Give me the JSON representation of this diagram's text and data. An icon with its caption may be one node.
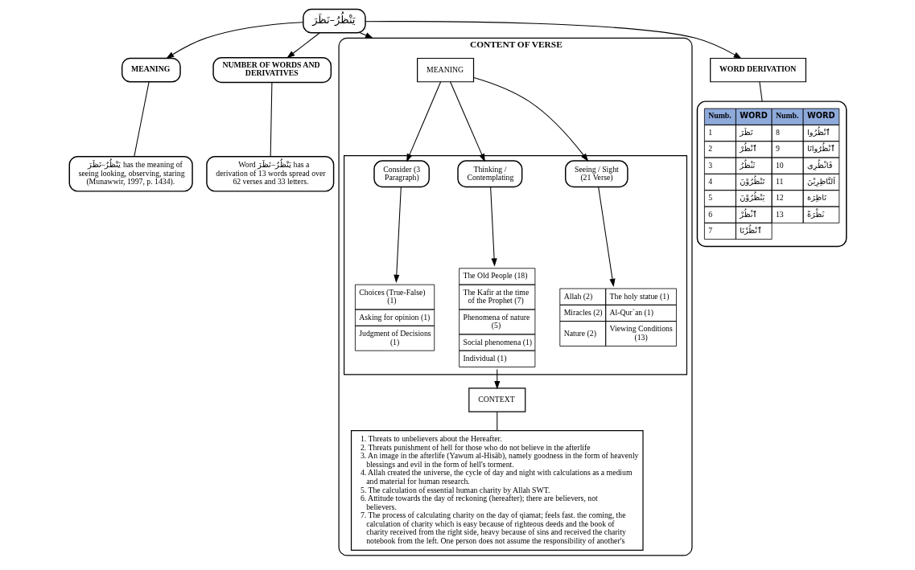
{
  "diagram": {
    "nodes": [
      {
        "text": [
          "يَنْظُرُ–نَظَرَ"
        ]
      },
      {
        "text": [
          "MEANING"
        ]
      },
      {
        "text": [
          "يَنْظُرُ–نَظَرَ has the meaning of seeing looking, observing, staring (Munawwir, 1997, p. 1434)."
        ]
      },
      {
        "text": [
          "NUMBER OF WORDS AND DERIVATIVES"
        ]
      },
      {
        "text": [
          "Word يَنْظُرُ–نَظَرَ has a derivation of 13 words spread over 62 verses and 33 letters."
        ]
      },
      {
        "text": [
          "WORD DERIVATION"
        ]
      },
      {
        "text": [
          "Numb.",
          "WORD",
          "Numb.",
          "WORD",
          "1",
          "نَظَرَ",
          "8",
          "ٱنْظُرُوا",
          "2",
          "ٱنْظُرْ",
          "9",
          "ٱنْظُرُوانَا",
          "3",
          "تَنْظُرُ",
          "10",
          "فَانْظُرِى",
          "4",
          "تَنْظُرُوْنَ",
          "11",
          "اَلنَّاظِرِيْنَ",
          "5",
          "يَنْظُرُوْنَ",
          "12",
          "نَاظِرَة",
          "6",
          "ٱنْظُرْ",
          "13",
          "نَظْرَةً",
          "7",
          "ٱنْظُرْنَا"
        ]
      },
      {
        "text": [
          "CONTENT OF VERSE"
        ]
      },
      {
        "text": [
          "MEANING"
        ],
        "in": 7
      },
      {
        "text": [],
        "shape": "box",
        "in": 7
      },
      {
        "text": [
          "Seeing / Sight (21 Verse)"
        ],
        "in": 9
      },
      {
        "text": [
          "Thinking / Contemplating"
        ],
        "in": 9
      },
      {
        "text": [
          "Consider (3 Paragraph)"
        ],
        "in": 9
      },
      {
        "text": [
          "Allah (2)",
          "The holy statue (1)",
          "Miracles (2)",
          "Al-Qur`an (1)",
          "Nature (2)",
          "Viewing Conditions (13)"
        ],
        "in": 9
      },
      {
        "text": [
          "The Old People (18)",
          "The Kafir at the time of the Prophet (7)",
          "Phenomena of nature (5)",
          "Social phenomena (1)",
          "Individual (1)"
        ],
        "in": 9
      },
      {
        "text": [
          "Choices (True-False) (1)",
          "Asking for opinion (1)",
          "Judgment of Decisions (1)"
        ],
        "in": 9
      },
      {
        "text": [
          "CONTEXT"
        ],
        "in": 7
      },
      {
        "text": [
          "1. Threats to unbelievers about the Hereafter.",
          "2. Threats punishment of hell for those who do not believe in the afterlife",
          "3. An image in the afterlife (Yawum al-Hisāb), namely goodness in the form of heavenly blessings and evil in the form of hell's torment.",
          "4. Allah created the universe, the cycle of day and night with calculations as a medium and material for human research.",
          "5. The calculation of essential human charity by Allah SWT.",
          "6. Attitude towards the day of reckoning (hereafter); there are believers, not believers.",
          "7. The process of calculating charity on the day of qiamat; feels fast. the coming, the calculation of charity which is easy because of righteous deeds and the book of charity received from the right side, heavy because of sins and received the charity notebook from the left. One person does not assume the responsibility of another's"
        ],
        "in": 7
      }
    ],
    "edges": [
      {
        "from": 0,
        "to": 1,
        "arrow": "to"
      },
      {
        "from": 0,
        "to": 3,
        "arrow": "to"
      },
      {
        "from": 0,
        "to": 5,
        "arrow": "to"
      },
      {
        "from": 0,
        "to": 7,
        "arrow": "to"
      },
      {
        "from": 1,
        "to": 2,
        "arrow": "none"
      },
      {
        "from": 3,
        "to": 4,
        "arrow": "none"
      },
      {
        "from": 5,
        "to": 6,
        "arrow": "none"
      },
      {
        "from": 8,
        "to": 10,
        "arrow": "to"
      },
      {
        "from": 8,
        "to": 11,
        "arrow": "to"
      },
      {
        "from": 8,
        "to": 12,
        "arrow": "to"
      },
      {
        "from": 10,
        "to": 13,
        "arrow": "to"
      },
      {
        "from": 11,
        "to": 14,
        "arrow": "to"
      },
      {
        "from": 12,
        "to": 15,
        "arrow": "to"
      },
      {
        "from": 14,
        "to": 16,
        "arrow": "to"
      },
      {
        "from": 16,
        "to": 17,
        "arrow": "none"
      }
    ]
  }
}
